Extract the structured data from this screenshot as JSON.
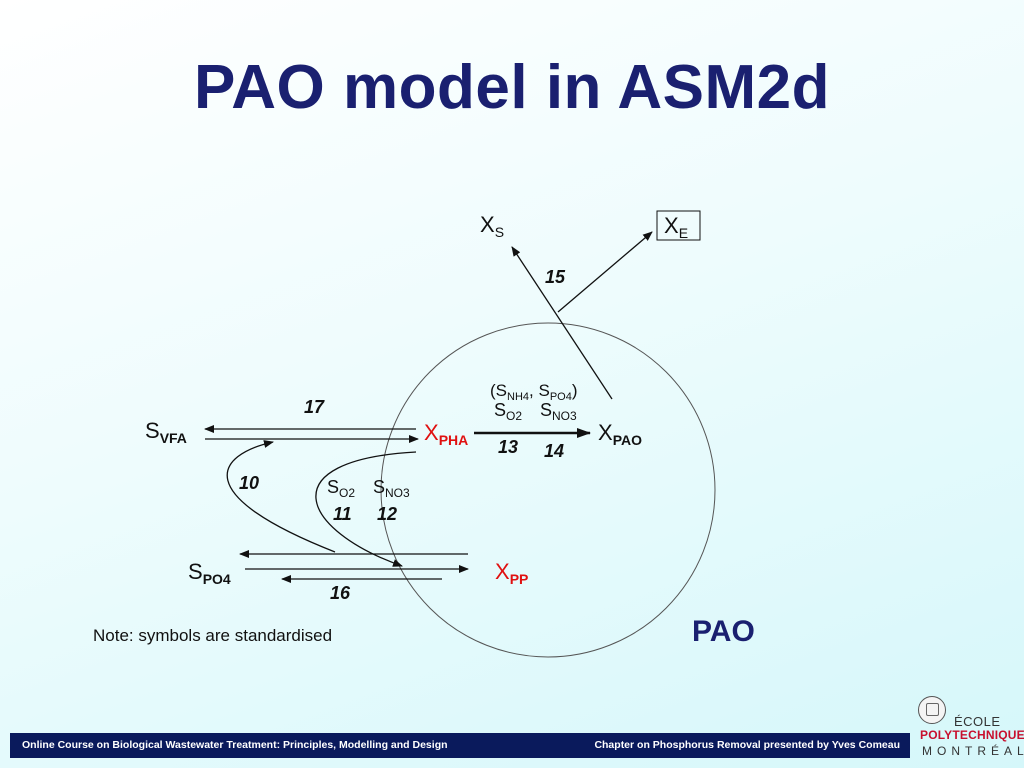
{
  "title": "PAO model in ASM2d",
  "diagram": {
    "xs": {
      "main": "X",
      "sub": "S"
    },
    "xe": {
      "main": "X",
      "sub": "E"
    },
    "svfa": {
      "main": "S",
      "sub": "VFA"
    },
    "xpha": {
      "main": "X",
      "sub": "PHA"
    },
    "xpao": {
      "main": "X",
      "sub": "PAO"
    },
    "spo4": {
      "main": "S",
      "sub": "PO4"
    },
    "xpp": {
      "main": "X",
      "sub": "PP"
    },
    "cond_growth_top": {
      "open": "(S",
      "sub1": "NH4",
      "mid": ", S",
      "sub2": "PO4",
      "close": ")"
    },
    "so2_growth": {
      "main": "S",
      "sub": "O2"
    },
    "sno3_growth": {
      "main": "S",
      "sub": "NO3"
    },
    "so2_pp": {
      "main": "S",
      "sub": "O2"
    },
    "sno3_pp": {
      "main": "S",
      "sub": "NO3"
    },
    "process_numbers": {
      "p10": "10",
      "p11": "11",
      "p12": "12",
      "p13": "13",
      "p14": "14",
      "p15": "15",
      "p16": "16",
      "p17": "17"
    },
    "pao_label": "PAO",
    "note": "Note: symbols are standardised",
    "colors": {
      "red_species": "#e01010",
      "title": "#1a2070"
    }
  },
  "footer": {
    "left": "Online Course on Biological Wastewater Treatment: Principles, Modelling and Design",
    "right": "Chapter on Phosphorus Removal presented by Yves Comeau"
  },
  "logo": {
    "line1": "ÉCOLE",
    "line2": "POLYTECHNIQUE",
    "line3": "MONTRÉAL"
  }
}
